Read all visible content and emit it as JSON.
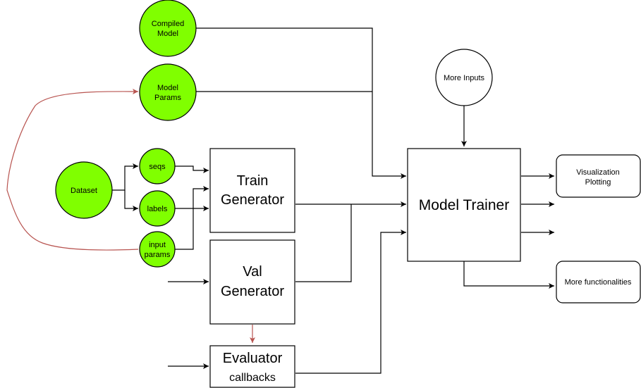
{
  "nodes": {
    "compiled_model": {
      "lines": [
        "Compiled",
        "Model"
      ]
    },
    "model_params": {
      "lines": [
        "Model",
        "Params"
      ]
    },
    "dataset": {
      "label": "Dataset"
    },
    "seqs": {
      "label": "seqs"
    },
    "labels": {
      "label": "labels"
    },
    "input_params": {
      "lines": [
        "input",
        "params"
      ]
    },
    "more_inputs": {
      "label": "More Inputs"
    },
    "train_generator": {
      "lines": [
        "Train",
        "Generator"
      ]
    },
    "val_generator": {
      "lines": [
        "Val",
        "Generator"
      ]
    },
    "evaluator": {
      "title": "Evaluator",
      "subtitle": "callbacks"
    },
    "model_trainer": {
      "label": "Model Trainer"
    },
    "visualization": {
      "lines": [
        "Visualization",
        "Plotting"
      ]
    },
    "more_functionalities": {
      "label": "More functionalities"
    }
  },
  "colors": {
    "green_fill": "#80ff00",
    "stroke": "#000000",
    "red_arrow": "#b85450",
    "white": "#ffffff"
  }
}
